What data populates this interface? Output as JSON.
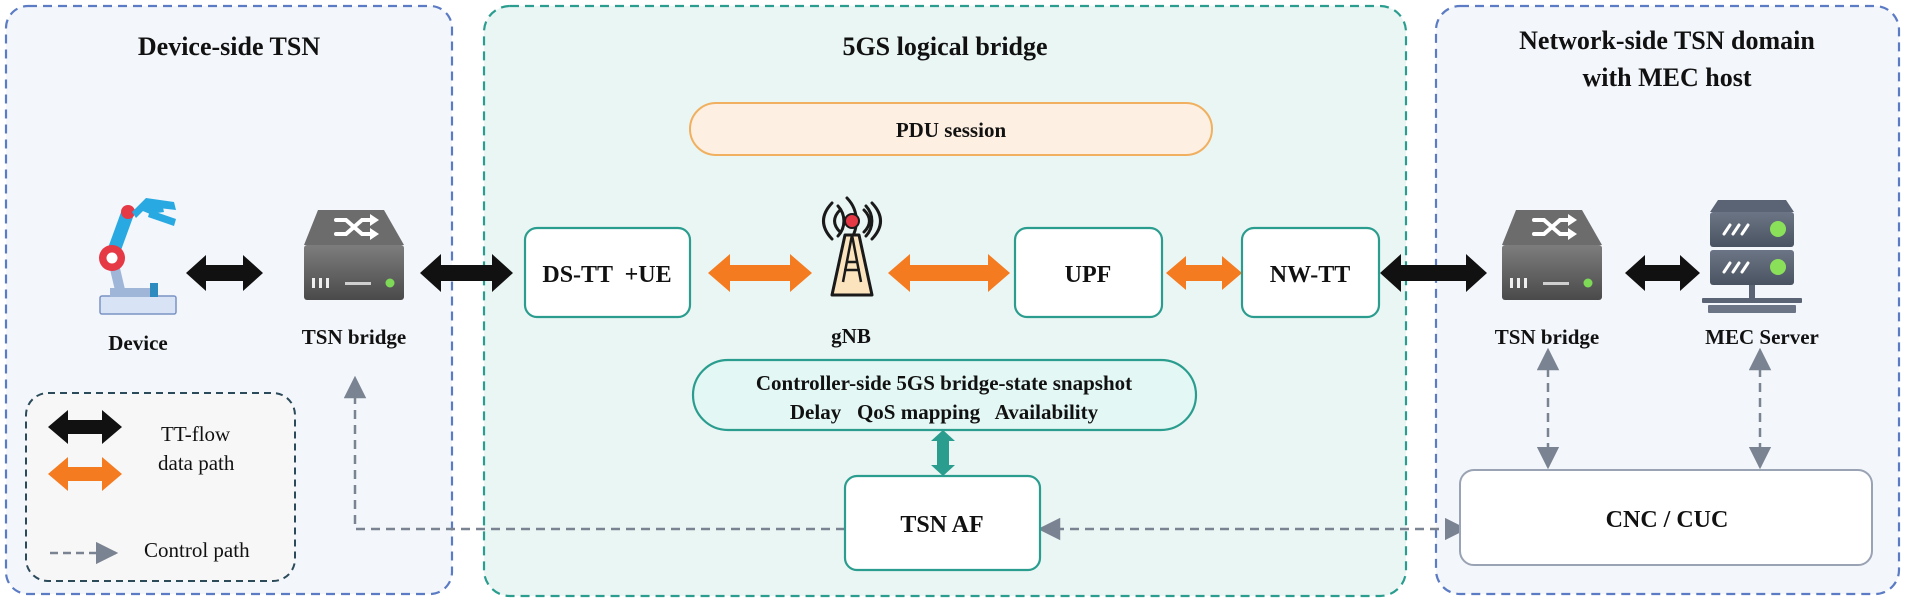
{
  "panels": {
    "device_side": {
      "title": "Device-side TSN"
    },
    "bridge_5gs": {
      "title": "5GS logical bridge"
    },
    "network_side": {
      "title_line1": "Network-side TSN domain",
      "title_line2": "with MEC host"
    }
  },
  "labels": {
    "device": "Device",
    "tsn_bridge_left": "TSN bridge",
    "pdu_session": "PDU session",
    "ds_tt_ue": "DS-TT  +UE",
    "gnb": "gNB",
    "upf": "UPF",
    "nw_tt": "NW-TT",
    "tsn_bridge_right": "TSN bridge",
    "mec_server": "MEC Server",
    "snapshot_line1": "Controller-side 5GS bridge-state snapshot",
    "snapshot_line2": "Delay   QoS mapping   Availability",
    "tsn_af": "TSN AF",
    "cnc_cuc": "CNC / CUC"
  },
  "legend": {
    "tt_flow_line1": "TT-flow",
    "tt_flow_line2": "data path",
    "control_path": "Control path"
  },
  "colors": {
    "blue_dash": "#5b7cc4",
    "teal_dash": "#2a9d8f",
    "orange": "#f47b20",
    "black": "#111111",
    "control": "#7a8391",
    "teal_box": "#2a9d8f",
    "pdu_fill": "#fdefe1",
    "pdu_stroke": "#f0b060",
    "snapshot_fill": "#e3f7f4",
    "device_panel_bg": "#f3f6fb",
    "bridge_panel_bg": "#eaf6f4",
    "network_panel_bg": "#f3f6fb"
  },
  "icons": {
    "device": "robot-arm-icon",
    "tsn_bridge": "network-switch-icon",
    "gnb": "antenna-tower-icon",
    "mec_server": "server-rack-icon"
  }
}
